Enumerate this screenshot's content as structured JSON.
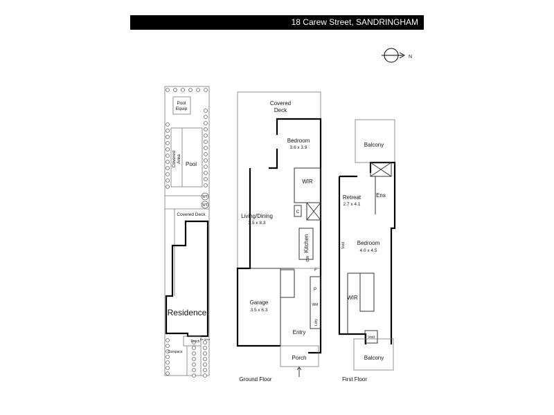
{
  "header": {
    "address": "18 Carew Street, SANDRINGHAM"
  },
  "compass": {
    "label": "N"
  },
  "site_plan": {
    "pool_equip": [
      "Pool",
      "Equip"
    ],
    "covered_area": [
      "Covered",
      "Area"
    ],
    "pool": "Pool",
    "wt": [
      "WT",
      "WT"
    ],
    "covered_deck": "Covered Deck",
    "residence": "Residence",
    "porch": "Porch",
    "bin_store": "Bin Store",
    "carspace": "Carspace"
  },
  "ground_floor": {
    "title": "Ground Floor",
    "covered_deck": [
      "Covered",
      "Deck"
    ],
    "bedroom": {
      "name": "Bedroom",
      "size": "3.6 x 3.9"
    },
    "wir": "WIR",
    "c": "C",
    "living": {
      "name": "Living/Dining",
      "size": "3.5 x 8.3"
    },
    "kitchen": "Kitchen",
    "dw": "DW",
    "f": "F",
    "p": "P",
    "wm": "WM",
    "ldry": "Ldry",
    "garage": {
      "name": "Garage",
      "size": "3.5 x 6.3"
    },
    "entry": "Entry",
    "porch": "Porch"
  },
  "first_floor": {
    "title": "First Floor",
    "balcony_top": "Balcony",
    "retreat": {
      "name": "Retreat",
      "size": "2.7 x 4.1"
    },
    "ens": "Ens",
    "bedroom": {
      "name": "Bedroom",
      "size": "4.0 x 4.5"
    },
    "void_side": "Void",
    "wir": "WIR",
    "void_bottom": "Void",
    "balcony_bottom": "Balcony"
  }
}
